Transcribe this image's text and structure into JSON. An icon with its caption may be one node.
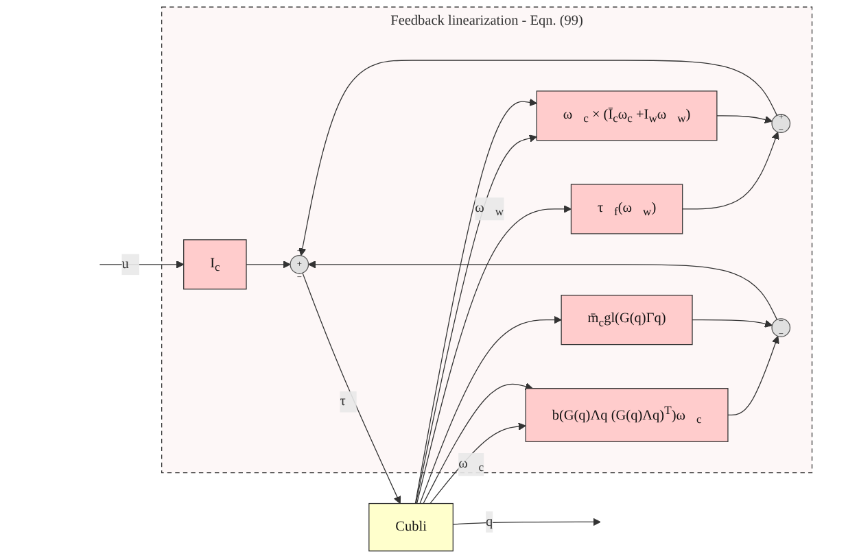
{
  "diagram": {
    "nodes": [
      {
        "text": [
          "Feedback linearization - Eqn. (99)"
        ]
      },
      {
        "text": [
          "I$_{c}$"
        ],
        "in": 0
      },
      {
        "text": [
          "+",
          "−"
        ],
        "in": 0
      },
      {
        "text": [
          "−",
          "+",
          "−"
        ],
        "in": 0
      },
      {
        "text": [
          "−",
          "−"
        ],
        "in": 0
      },
      {
        "text": [
          "τ⃗$_{f}$(ω⃗$_{w}$)"
        ],
        "in": 0
      },
      {
        "text": [
          "ω⃗$_{c}$ × (Ī$_{c}$ω$_{c}$ +I$_{w}$ω⃗$_{w}$)"
        ],
        "in": 0
      },
      {
        "text": [
          "b(G(q)Λq (G(q)Λq)$^{T}$)ω⃗$_{c}$"
        ],
        "in": 0
      },
      {
        "text": [
          "m̄$_{c}$gl(G(q)Γq)"
        ],
        "in": 0
      },
      {
        "text": [
          "Cubli"
        ]
      }
    ],
    "edges": [
      {
        "from": null,
        "to": 1,
        "arrow": "to",
        "label": "u⃗"
      },
      {
        "from": 1,
        "to": 3,
        "arrow": "to"
      },
      {
        "from": 5,
        "to": 2,
        "arrow": "to"
      },
      {
        "from": 6,
        "to": 2,
        "arrow": "to"
      },
      {
        "from": 2,
        "to": 3,
        "arrow": "to"
      },
      {
        "from": 7,
        "to": 4,
        "arrow": "to"
      },
      {
        "from": 8,
        "to": 4,
        "arrow": "to"
      },
      {
        "from": 4,
        "to": 3,
        "arrow": "to"
      },
      {
        "from": 3,
        "to": 9,
        "arrow": "to",
        "label": "τ⃗"
      },
      {
        "from": 9,
        "to": 5,
        "arrow": "to",
        "label": "ω⃗$_{w}$"
      },
      {
        "from": 9,
        "to": 6,
        "arrow": "to"
      },
      {
        "from": 9,
        "to": 7,
        "arrow": "to",
        "label": "ω⃗$_{c}$"
      },
      {
        "from": 9,
        "to": 6,
        "arrow": "to"
      },
      {
        "from": 9,
        "to": null,
        "arrow": "to",
        "label": "q"
      },
      {
        "from": 9,
        "to": 8,
        "arrow": "to"
      },
      {
        "from": 9,
        "to": 7,
        "arrow": "to"
      }
    ]
  }
}
